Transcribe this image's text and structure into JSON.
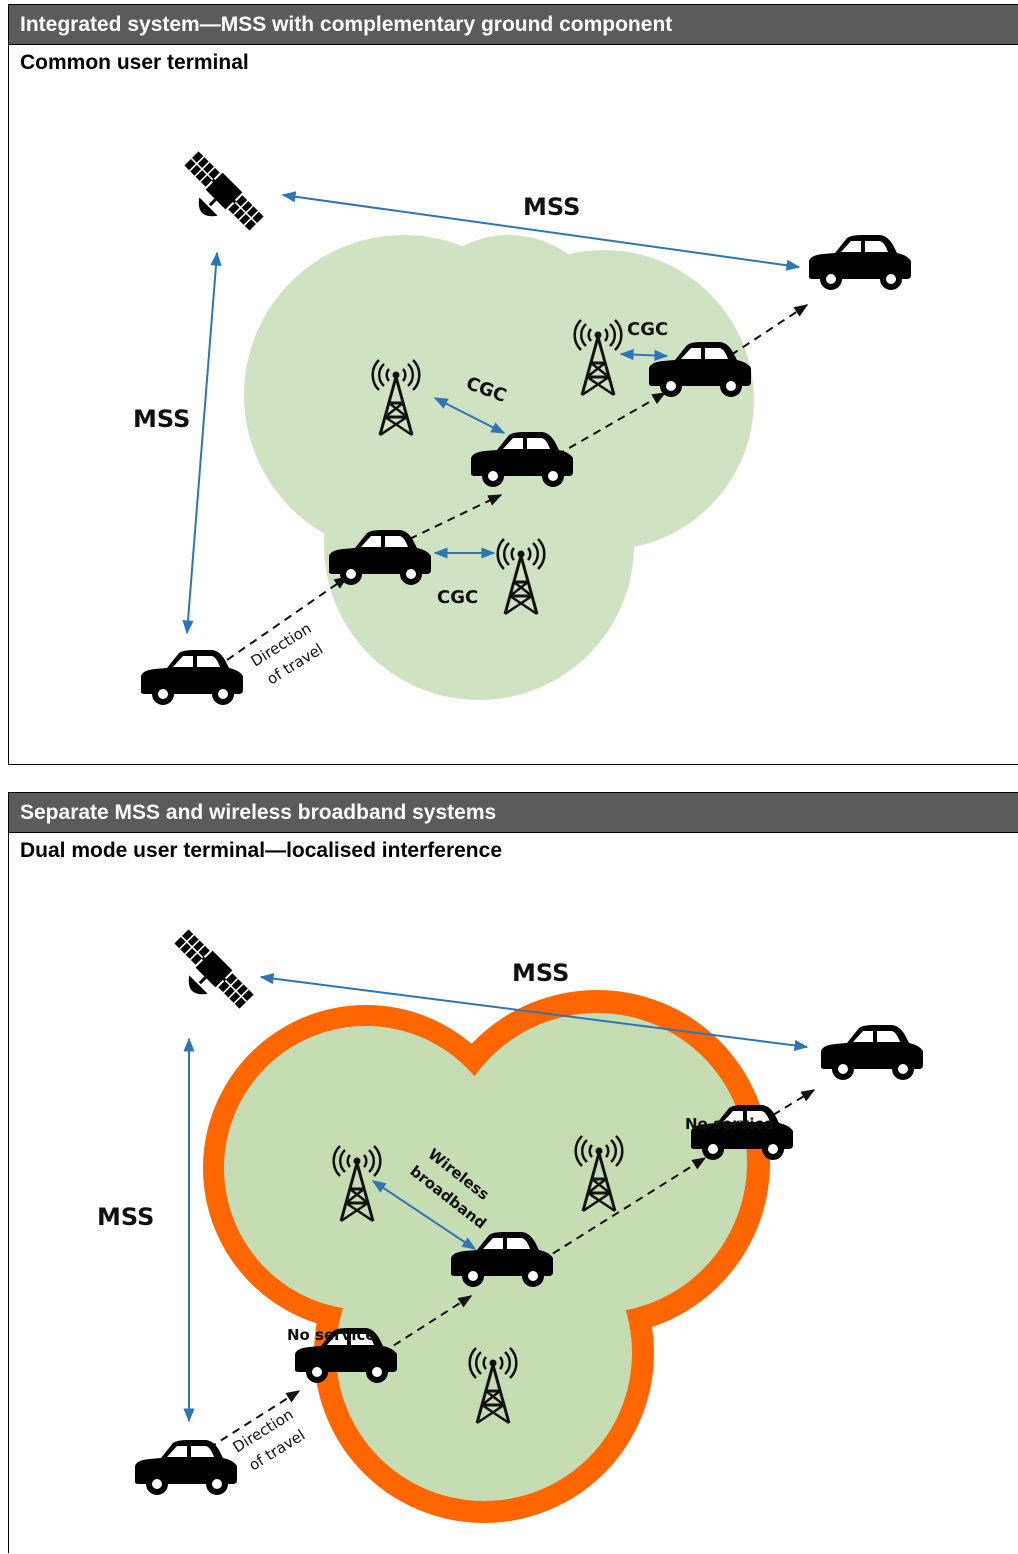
{
  "panel1": {
    "title": "Integrated system—MSS with complementary ground component",
    "subtitle": "Common user terminal",
    "labels": {
      "mss_top": "MSS",
      "mss_left": "MSS",
      "cgc_1": "CGC",
      "cgc_2": "CGC",
      "cgc_3": "CGC",
      "direction": "Direction",
      "of_travel": "of travel"
    },
    "colors": {
      "coverage": "#cfe3c2",
      "link": "#2e75b6"
    }
  },
  "panel2": {
    "title": "Separate MSS and wireless broadband systems",
    "subtitle": "Dual mode user terminal—localised interference",
    "labels": {
      "mss_top": "MSS",
      "mss_left": "MSS",
      "wireless": "Wireless",
      "broadband": "broadband",
      "no_service_1": "No service",
      "no_service_2": "No service",
      "direction": "Direction",
      "of_travel": "of travel"
    },
    "colors": {
      "coverage": "#c6ddb4",
      "interference": "#ff6600",
      "link": "#2e75b6"
    }
  }
}
